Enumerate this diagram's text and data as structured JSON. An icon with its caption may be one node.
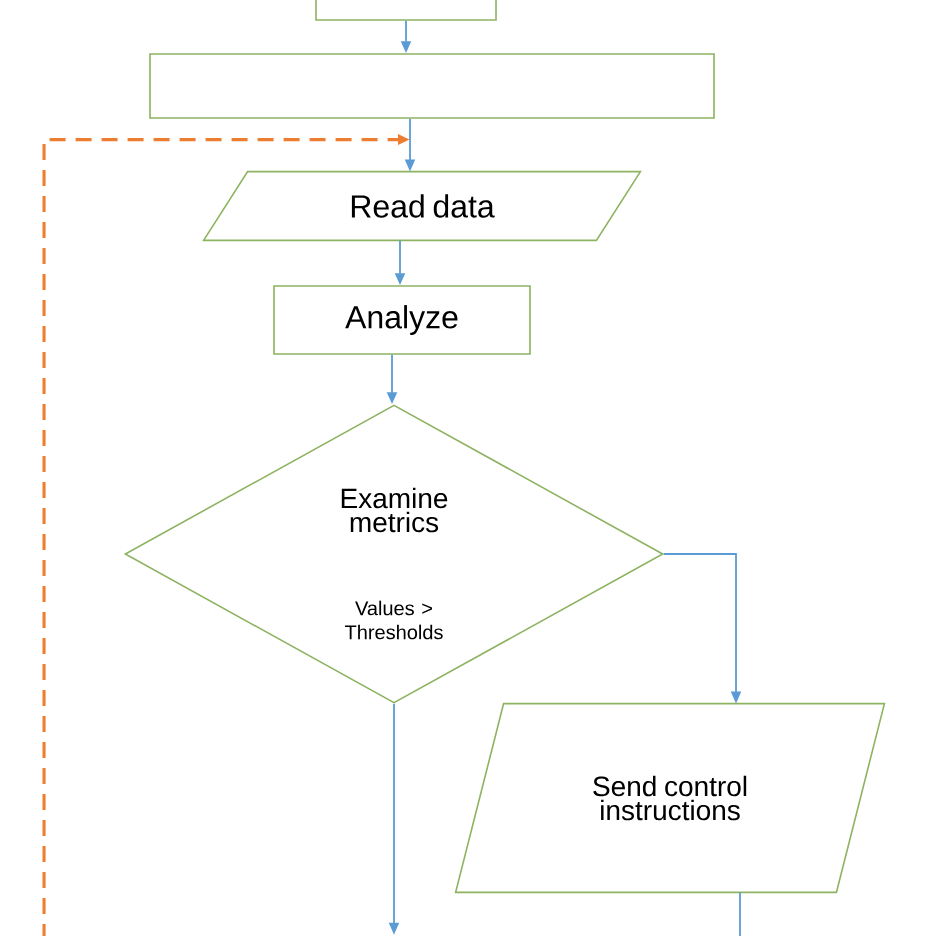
{
  "diagram": {
    "nodes": [
      {
        "text": [],
        "shape": "box"
      },
      {
        "text": [],
        "shape": "box"
      },
      {
        "text": [
          "Read data"
        ]
      },
      {
        "text": [
          "Analyze"
        ]
      },
      {
        "text": [
          "Examine metrics",
          "Values > Thresholds"
        ]
      },
      {
        "text": [
          "Send control instructions"
        ]
      }
    ],
    "edges": [
      {
        "from": 0,
        "to": 1,
        "arrow": "to"
      },
      {
        "from": 1,
        "to": 2,
        "arrow": "to"
      },
      {
        "from": 2,
        "to": 3,
        "arrow": "to"
      },
      {
        "from": 3,
        "to": 4,
        "arrow": "to"
      },
      {
        "from": 4,
        "to": 5,
        "arrow": "to"
      },
      {
        "from": 4,
        "to": null,
        "arrow": "to"
      },
      {
        "from": 5,
        "to": null,
        "arrow": "none"
      },
      {
        "from": null,
        "to": 2,
        "arrow": "to",
        "style": "dashed",
        "color": "#ed7d31"
      }
    ]
  }
}
